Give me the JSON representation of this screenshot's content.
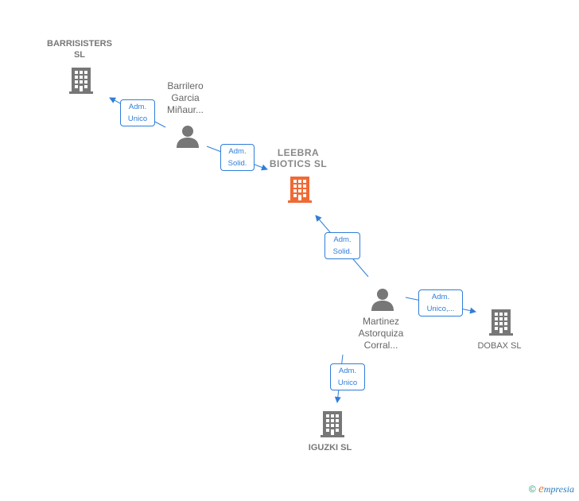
{
  "nodes": {
    "barrisisters": {
      "line1": "BARRISISTERS",
      "line2": "SL"
    },
    "leebra": {
      "line1": "LEEBRA",
      "line2": "BIOTICS  SL"
    },
    "dobax": {
      "label": "DOBAX  SL"
    },
    "iguzki": {
      "label": "IGUZKI SL"
    },
    "barrilero": {
      "line1": "Barrilero",
      "line2": "Garcia",
      "line3": "Miñaur..."
    },
    "martinez": {
      "line1": "Martinez",
      "line2": "Astorquiza",
      "line3": "Corral..."
    }
  },
  "edges": {
    "barrilero_barrisisters": {
      "line1": "Adm.",
      "line2": "Unico"
    },
    "barrilero_leebra": {
      "line1": "Adm.",
      "line2": "Solid."
    },
    "martinez_leebra": {
      "line1": "Adm.",
      "line2": "Solid."
    },
    "martinez_dobax": {
      "line1": "Adm.",
      "line2": "Unico,..."
    },
    "martinez_iguzki": {
      "line1": "Adm.",
      "line2": "Unico"
    }
  },
  "colors": {
    "edge": "#2f7ed8",
    "building": "#777777",
    "building_main": "#f06a35",
    "person": "#777777"
  },
  "footer": {
    "symbol": "©",
    "e": "e",
    "brand": "mpresia"
  }
}
